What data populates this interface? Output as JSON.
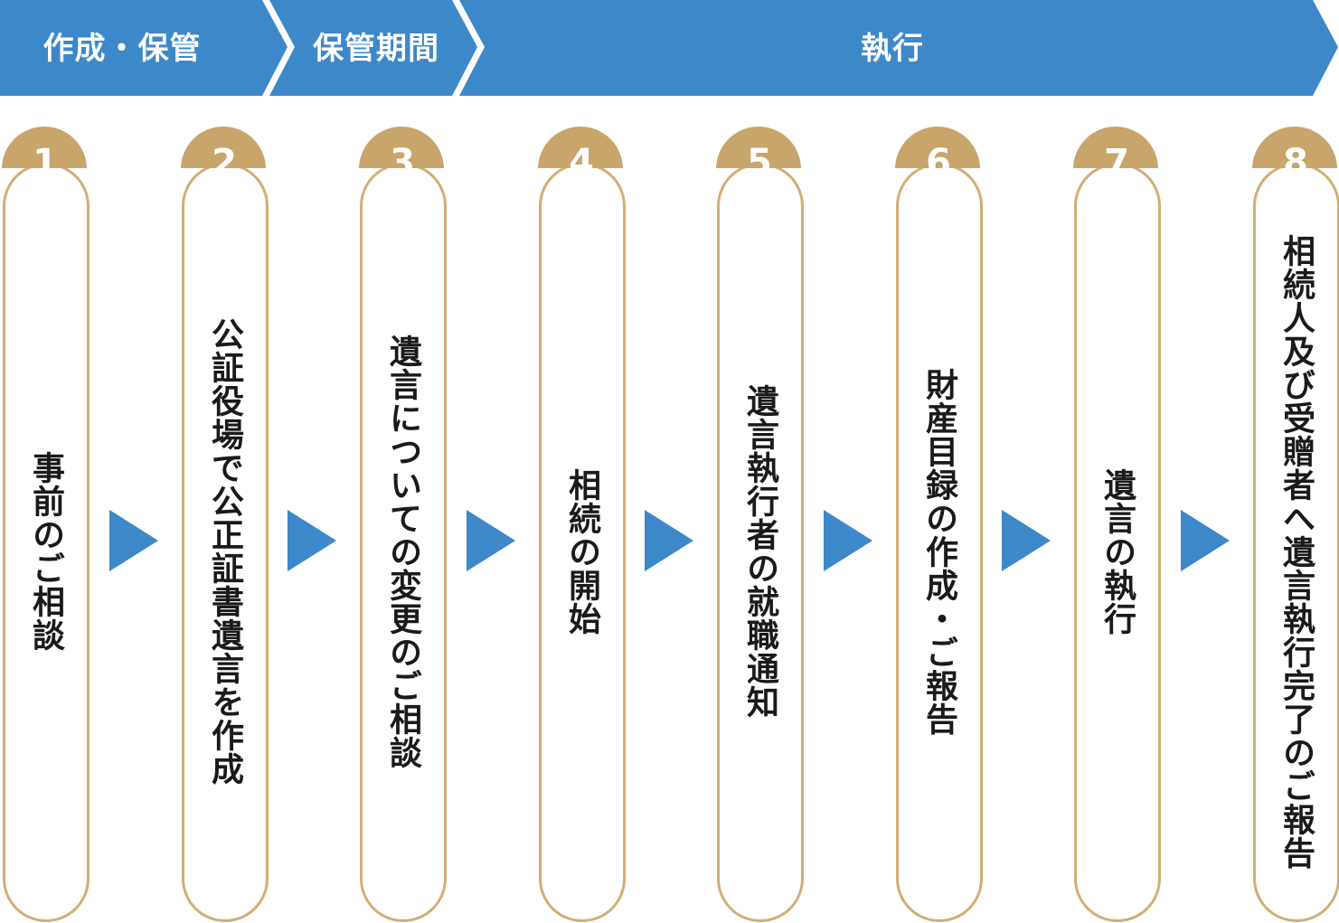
{
  "colors": {
    "phase_bar": "#3d88c9",
    "pill_border": "#d3ae72",
    "number_circle": "#c8a56a",
    "arrow": "#3d88c9",
    "text": "#1a1a1a"
  },
  "phases": [
    {
      "label": "作成・保管"
    },
    {
      "label": "保管期間"
    },
    {
      "label": "執行"
    }
  ],
  "steps": [
    {
      "number": "1",
      "text": "事前のご相談"
    },
    {
      "number": "2",
      "text": "公証役場で公正証書遺言を作成"
    },
    {
      "number": "3",
      "text": "遺言についての変更のご相談"
    },
    {
      "number": "4",
      "text": "相続の開始"
    },
    {
      "number": "5",
      "text": "遺言執行者の就職通知"
    },
    {
      "number": "6",
      "text": "財産目録の作成・ご報告"
    },
    {
      "number": "7",
      "text": "遺言の執行"
    },
    {
      "number": "8",
      "text": "相続人及び受贈者へ遺言執行完了のご報告"
    }
  ],
  "arrow_icon": "right-triangle-icon"
}
